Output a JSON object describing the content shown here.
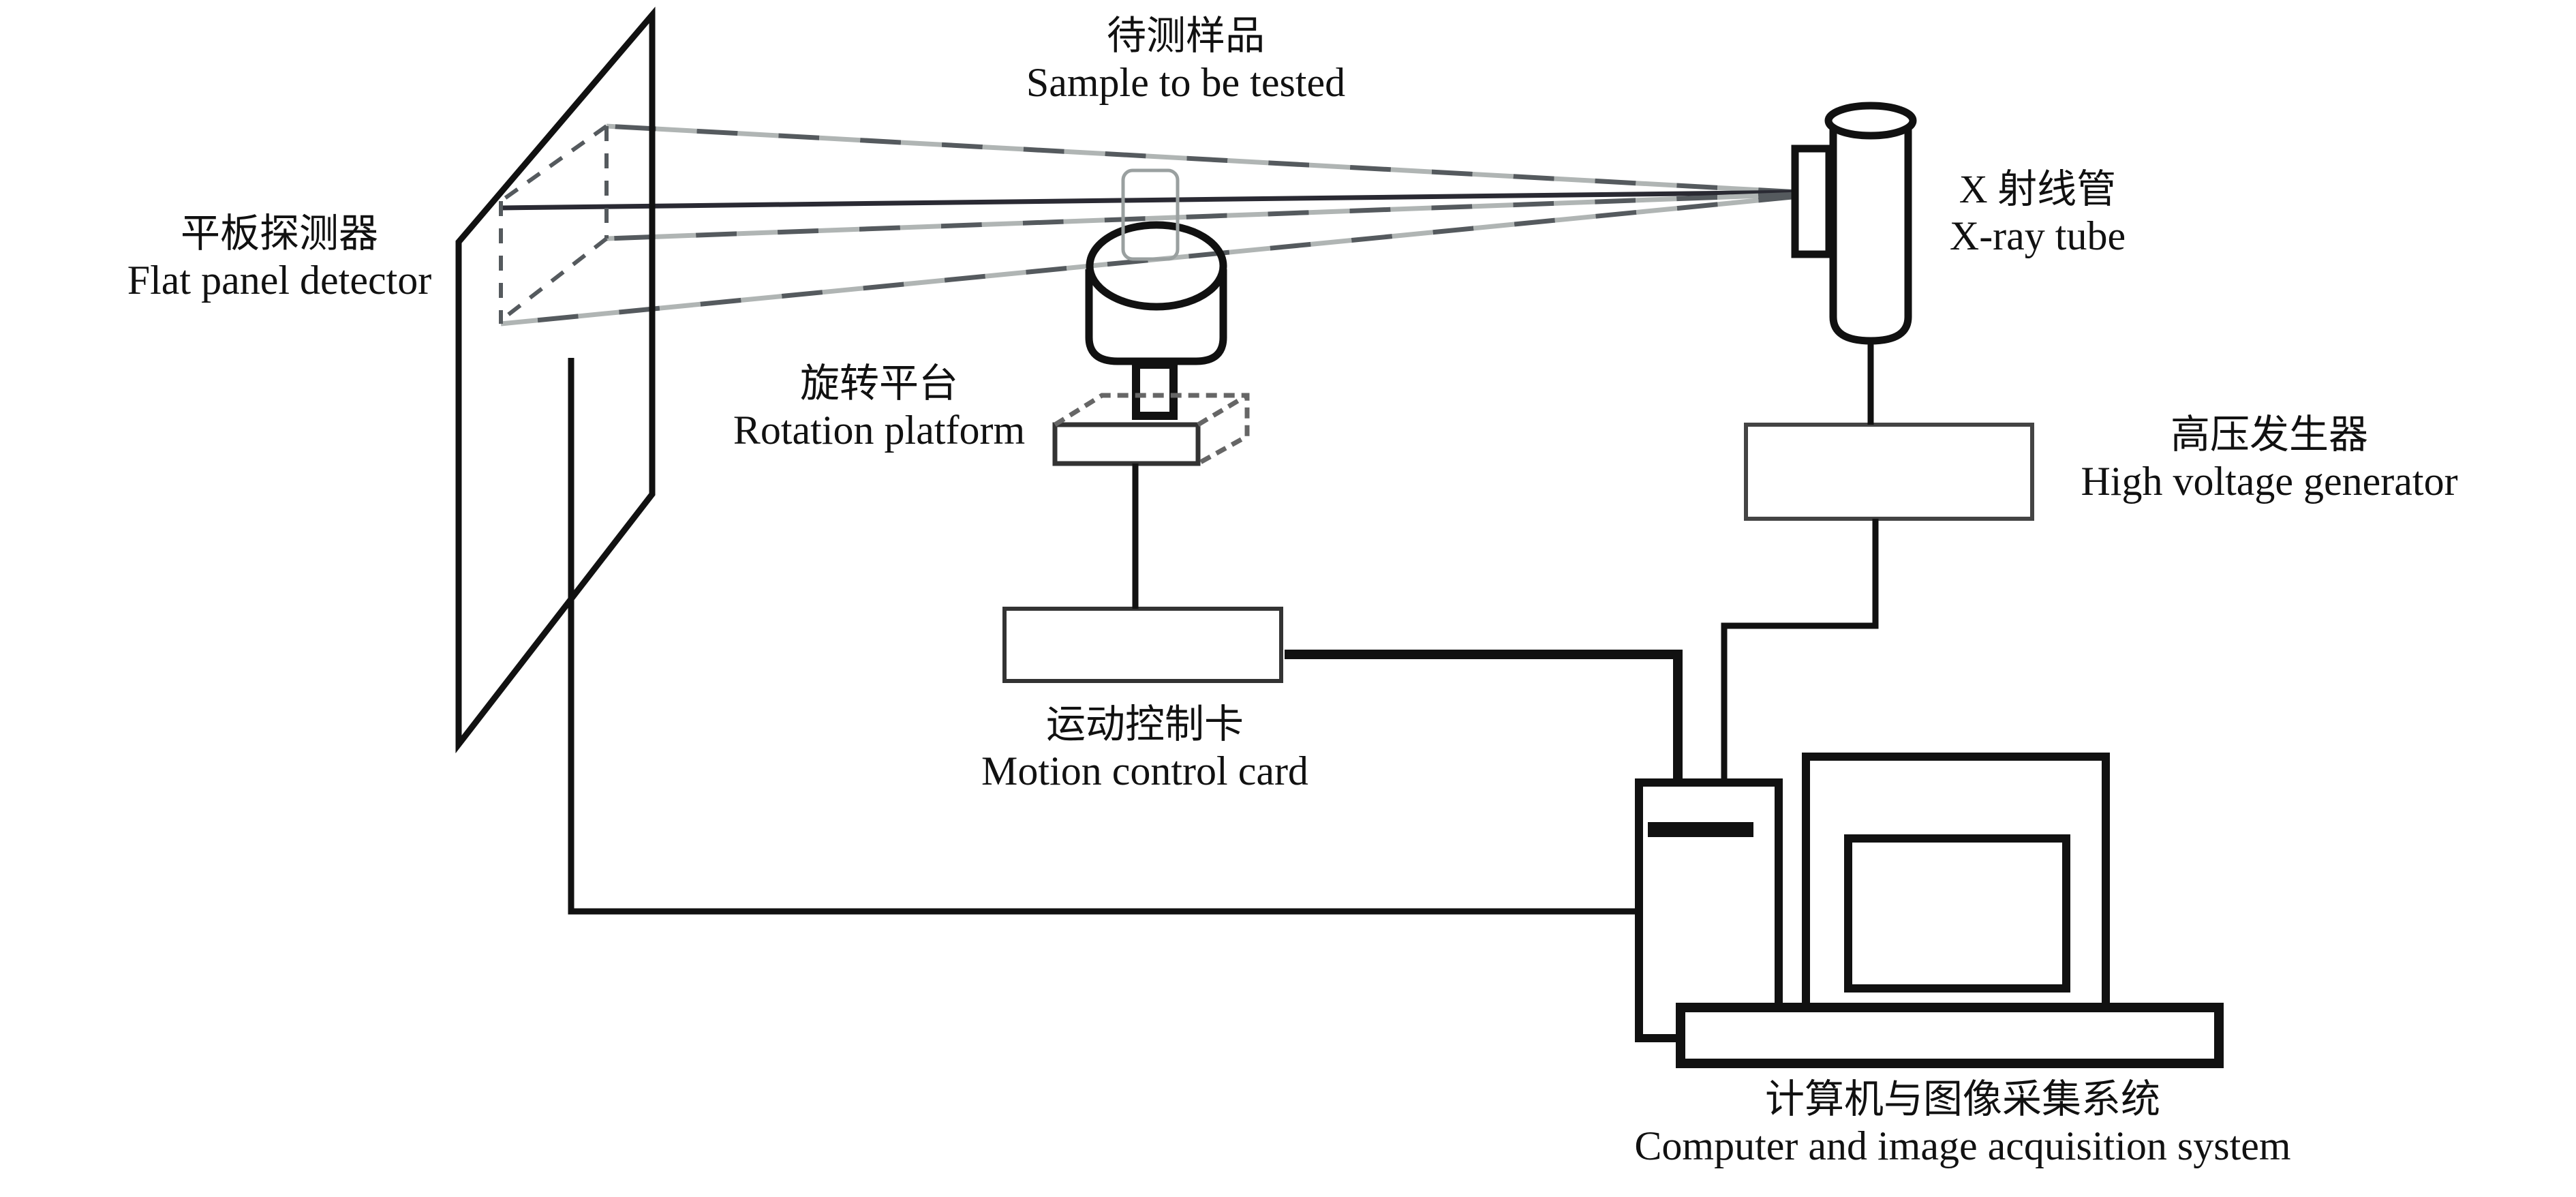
{
  "labels": {
    "sample": {
      "zh": "待测样品",
      "en": "Sample to be tested"
    },
    "detector": {
      "zh": "平板探测器",
      "en": "Flat panel detector"
    },
    "xray_tube": {
      "zh": "X 射线管",
      "en": "X-ray tube"
    },
    "rotation_platform": {
      "zh": "旋转平台",
      "en": "Rotation platform"
    },
    "hv_generator": {
      "zh": "高压发生器",
      "en": "High voltage generator"
    },
    "motion_card": {
      "zh": "运动控制卡",
      "en": "Motion control card"
    },
    "computer": {
      "zh": "计算机与图像采集系统",
      "en": "Computer and image acquisition system"
    }
  },
  "colors": {
    "line": "#111111",
    "beam": "#9aa0a0",
    "beam_dark": "#2a2a33"
  }
}
